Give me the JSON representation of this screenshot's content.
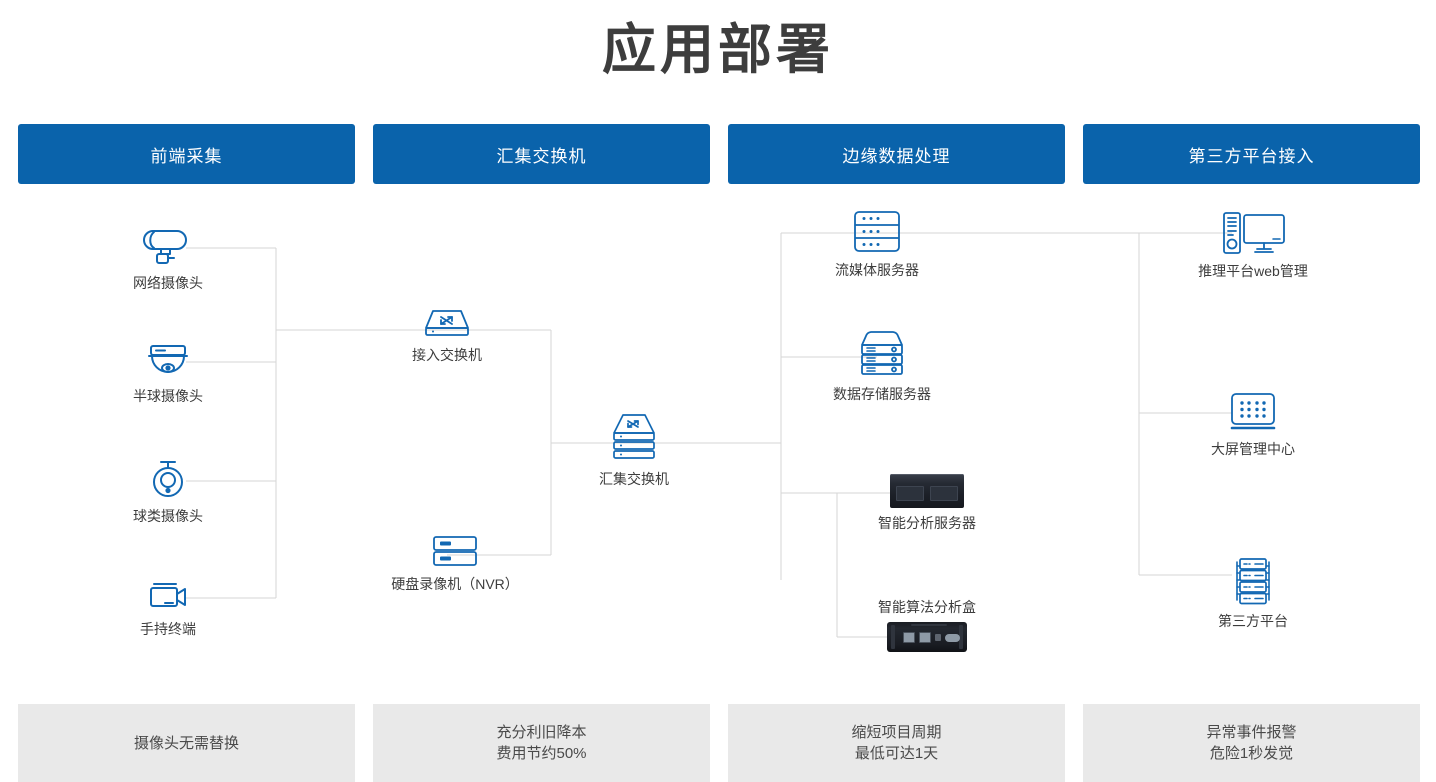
{
  "page": {
    "title": "应用部署",
    "accent_color": "#0a63ab",
    "icon_color": "#1268b3",
    "footer_bg": "#e9e9e9",
    "line_color": "#d6d6d6"
  },
  "columns": [
    {
      "header": "前端采集",
      "footer_lines": [
        "摄像头无需替换"
      ]
    },
    {
      "header": "汇集交换机",
      "footer_lines": [
        "充分利旧降本",
        "费用节约50%"
      ]
    },
    {
      "header": "边缘数据处理",
      "footer_lines": [
        "缩短项目周期",
        "最低可达1天"
      ]
    },
    {
      "header": "第三方平台接入",
      "footer_lines": [
        "异常事件报警",
        "危险1秒发觉"
      ]
    }
  ],
  "nodes": {
    "ipcam": {
      "label": "网络摄像头",
      "icon": "bullet-camera-icon"
    },
    "domecam": {
      "label": "半球摄像头",
      "icon": "dome-camera-icon"
    },
    "ptzcam": {
      "label": "球类摄像头",
      "icon": "ptz-camera-icon"
    },
    "handheld": {
      "label": "手持终端",
      "icon": "camcorder-icon"
    },
    "access_sw": {
      "label": "接入交换机",
      "icon": "switch-icon"
    },
    "nvr": {
      "label": "硬盘录像机（NVR）",
      "icon": "nvr-icon"
    },
    "agg_sw": {
      "label": "汇集交换机",
      "icon": "stacked-switch-icon"
    },
    "stream_srv": {
      "label": "流媒体服务器",
      "icon": "rack-server-icon"
    },
    "storage_srv": {
      "label": "数据存储服务器",
      "icon": "storage-server-icon"
    },
    "ai_server": {
      "label": "智能分析服务器",
      "icon": "rackmount-server-photo"
    },
    "ai_box": {
      "label": "智能算法分析盒",
      "icon": "edge-ai-box-photo"
    },
    "web_mgmt": {
      "label": "推理平台web管理",
      "icon": "desktop-pc-icon"
    },
    "videowall": {
      "label": "大屏管理中心",
      "icon": "video-wall-icon"
    },
    "third_party": {
      "label": "第三方平台",
      "icon": "datacenter-rack-icon"
    }
  }
}
